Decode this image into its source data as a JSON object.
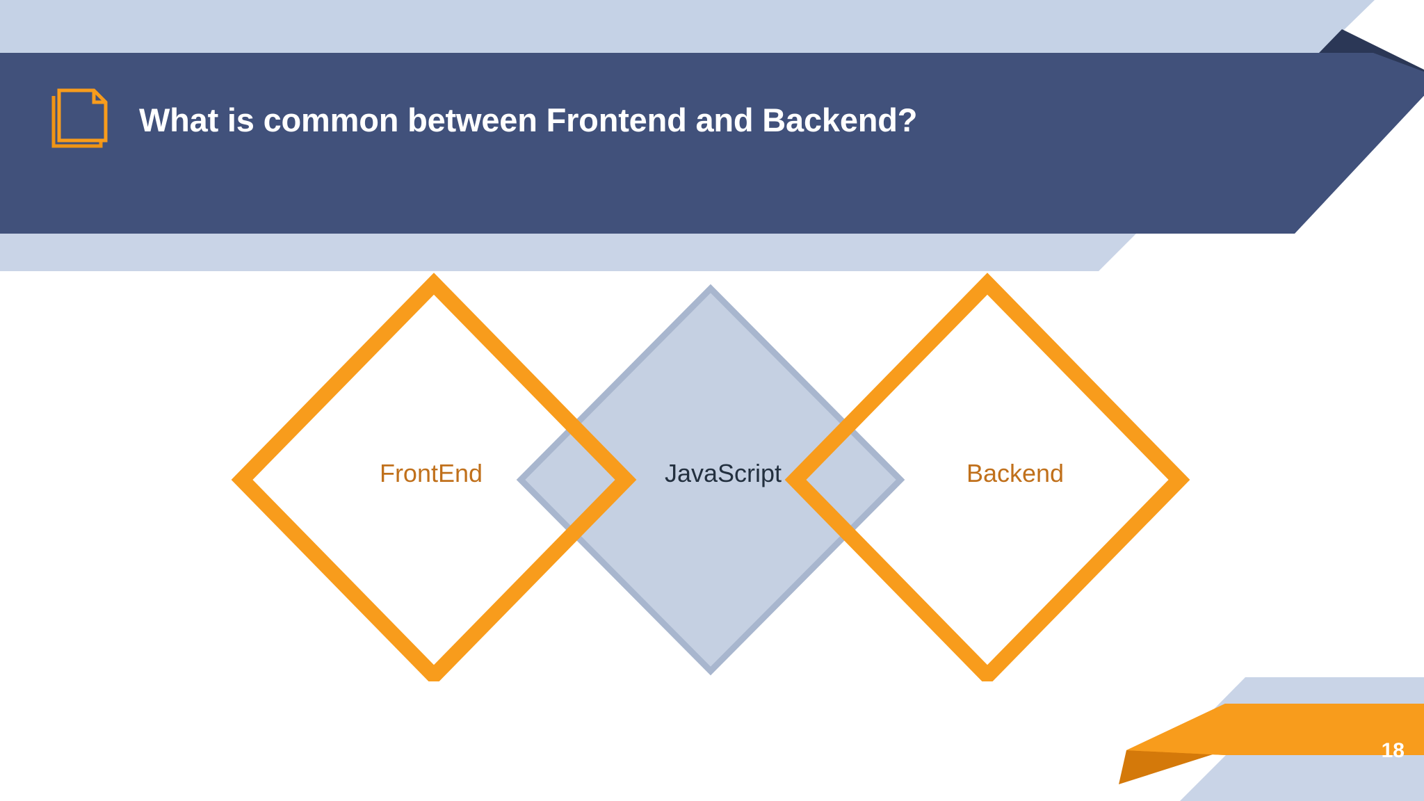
{
  "slide": {
    "title": "What is common between Frontend and Backend?",
    "page_number": "18",
    "title_icon": "document-pages-icon"
  },
  "theme": {
    "navy": "#41517B",
    "navy_dark": "#2B3756",
    "light_blue": "#C5D2E6",
    "light_blue_soft": "#CBD5E8",
    "orange": "#F89C1C",
    "orange_dark": "#D4790A",
    "label_orange": "#C0701B",
    "label_navy": "#23303F",
    "white": "#FFFFFF",
    "center_fill": "#C5D0E2",
    "center_stroke": "#A8B6CE"
  },
  "diagram": {
    "type": "venn-diamonds",
    "nodes": [
      {
        "id": "frontend",
        "label": "FrontEnd",
        "style": "orange-outline-diamond",
        "color": "#C0701B"
      },
      {
        "id": "javascript",
        "label": "JavaScript",
        "style": "filled-blue-diamond",
        "color": "#23303F"
      },
      {
        "id": "backend",
        "label": "Backend",
        "style": "orange-outline-diamond",
        "color": "#C0701B"
      }
    ]
  }
}
